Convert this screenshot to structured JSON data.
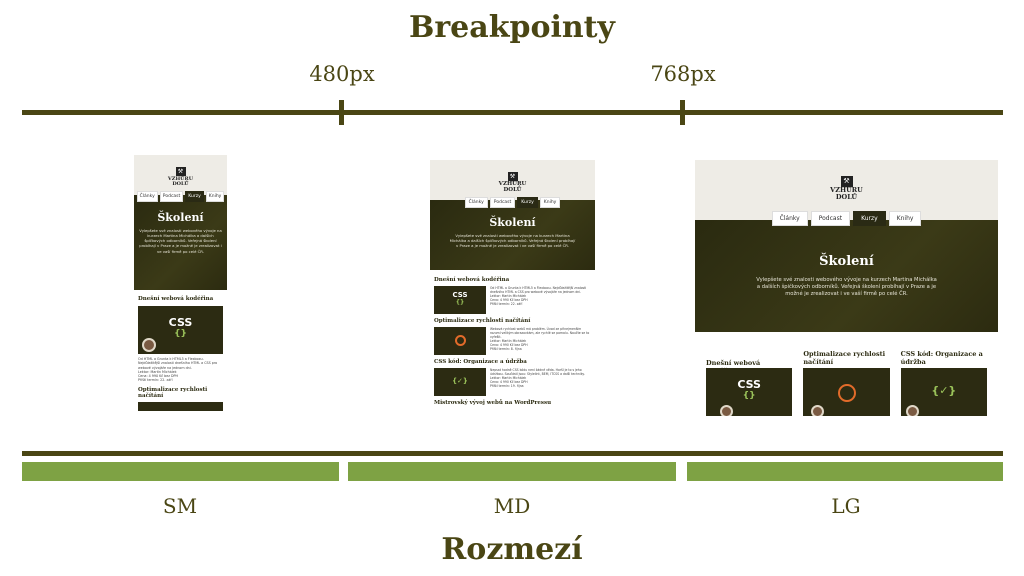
{
  "diagram": {
    "title_top": "Breakpointy",
    "title_bottom": "Rozmezí",
    "breakpoints": [
      "480px",
      "768px"
    ],
    "ranges": [
      "SM",
      "MD",
      "LG"
    ]
  },
  "mock_site": {
    "logo_line1": "VZHŮRU",
    "logo_line2": "DOLŮ",
    "nav": [
      "Články",
      "Podcast",
      "Kurzy",
      "Knihy"
    ],
    "active_nav": "Kurzy",
    "hero_title": "Školení",
    "hero_text_sm": "Vylepšete své znalosti webového vývoje na kurzech Martina Michálka a dalších špičkových odborníků. Veřejná školení probíhají v Praze a je možné je zrealizovat i ve vaší firmě po celé ČR.",
    "hero_text": "Vylepšete své znalosti webového vývoje na kurzech Martina Michálka a dalších špičkových odborníků. Veřejná školení probíhají v Praze a je možné je zrealizovat i ve vaší firmě po celé ČR.",
    "courses": [
      {
        "title": "Dnešní webová kodéřina",
        "desc": "Od HTML a Grunta k HTML5 a Flexboxu. Nejdůležitější znalosti dnešního HTML a CSS pro webové vývojáře na jednom dni.",
        "lector": "Lektor: Martin Michálek",
        "price": "Cena: 4 990 Kč bez DPH",
        "next": "Příští termín: 22. září"
      },
      {
        "title": "Optimalizace rychlosti načítání",
        "desc": "Webová rychlost webů má problém. Úvod ze přinejmenším rozumí velikým obrazovkám, ale rychlé se pomalu. Naučte se to vyřešit.",
        "lector": "Lektor: Martin Michálek",
        "price": "Cena: 4 990 Kč bez DPH",
        "next": "Příští termín: 8. října"
      },
      {
        "title": "CSS kód: Organizace a údržba",
        "desc": "Nepsat hodně CSS kódu není žádné věda. Horší je to s jeho údržbou. Součástí jsou: Stylelint, BEM, ITCSS a další techniky.",
        "lector": "Lektor: Martin Michálek",
        "price": "Cena: 4 990 Kč bez DPH",
        "next": "Příští termín: 19. října"
      },
      {
        "title": "Mistrovský vývoj webů na WordPressu"
      }
    ],
    "thumb_css_text": "CSS",
    "thumb_braces": "{}",
    "thumb_braces_check": "{✓}"
  },
  "colors": {
    "dark_olive": "#4a4614",
    "green": "#7ea244",
    "hero_dark": "#2a2a10",
    "timer_orange": "#e26b2a"
  }
}
